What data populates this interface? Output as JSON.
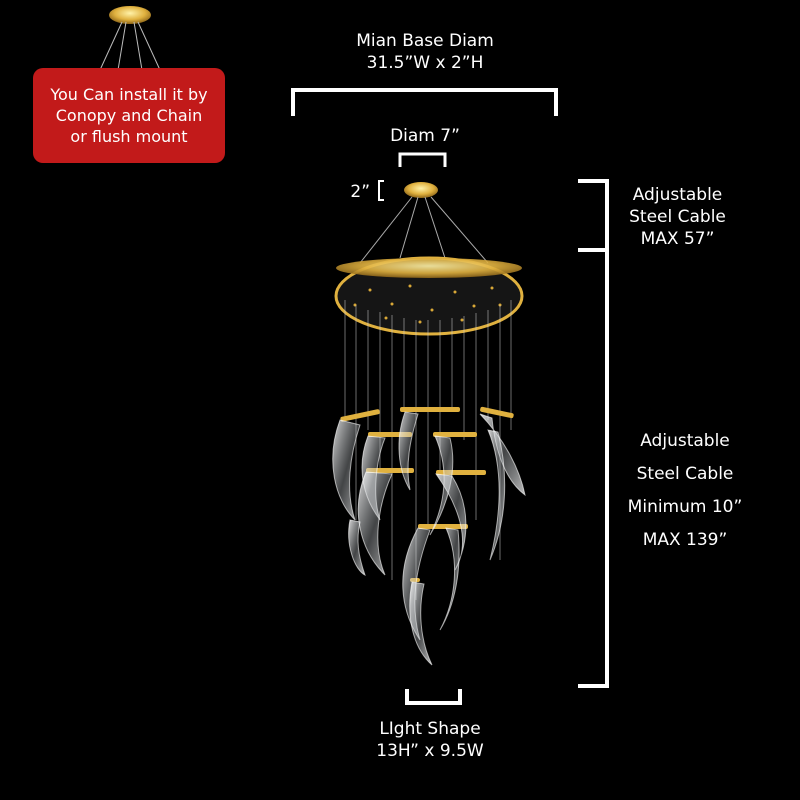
{
  "install_note": {
    "line1": "You Can install it by",
    "line2": "Conopy and Chain",
    "line3": "or flush mount"
  },
  "base_dimension": {
    "line1": "Mian Base Diam",
    "line2": "31.5”W x 2”H"
  },
  "canopy_diameter": "Diam 7”",
  "canopy_height": "2”",
  "upper_cable": {
    "line1": "Adjustable",
    "line2": "Steel Cable",
    "line3": "MAX 57”"
  },
  "lower_cable": {
    "line1": "Adjustable",
    "line2": "Steel Cable",
    "line3": "Minimum 10”",
    "line4": "MAX 139”"
  },
  "light_shape": {
    "line1": "LIght Shape",
    "line2": "13H” x 9.5W"
  },
  "colors": {
    "background": "#000000",
    "accent_red": "#c21a1a",
    "gold": "#d9a837",
    "dimension_line": "#ffffff"
  }
}
